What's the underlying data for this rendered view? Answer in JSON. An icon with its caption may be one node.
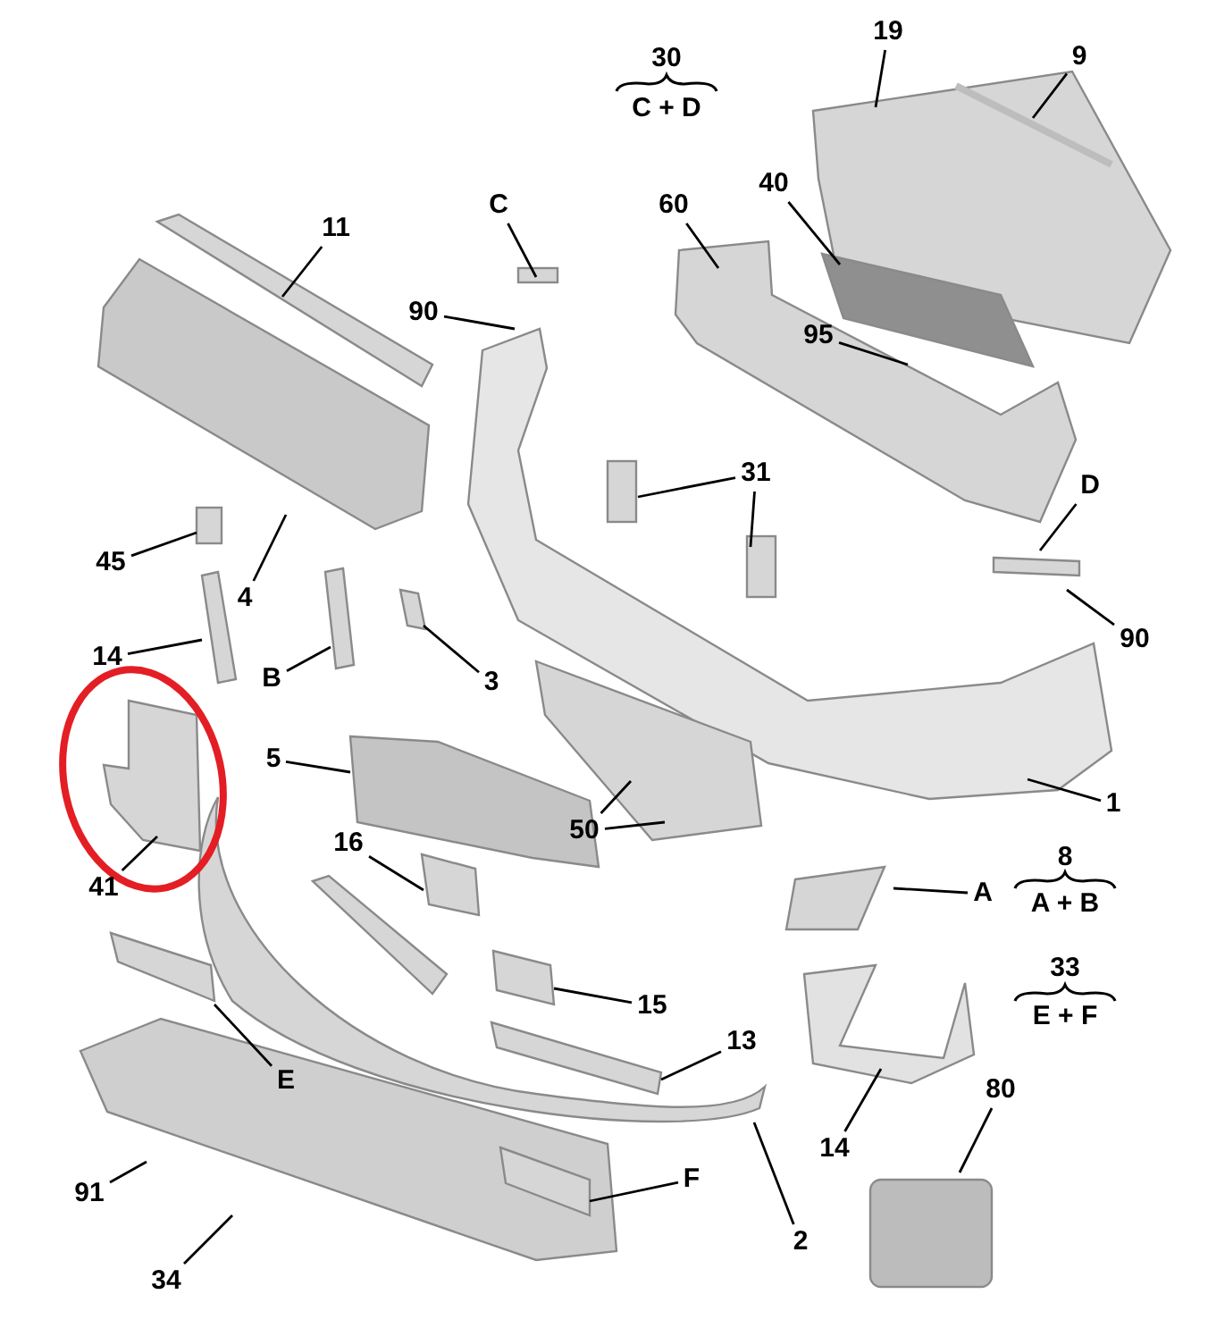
{
  "diagram": {
    "nodes": [
      {
        "text": [
          "19"
        ]
      },
      {
        "text": [
          "9"
        ]
      },
      {
        "text": [
          "11"
        ]
      },
      {
        "text": [
          "C"
        ]
      },
      {
        "text": [
          "60"
        ]
      },
      {
        "text": [
          "40"
        ]
      },
      {
        "text": [
          "90"
        ]
      },
      {
        "text": [
          "95"
        ]
      },
      {
        "text": [
          "45"
        ]
      },
      {
        "text": [
          "31"
        ]
      },
      {
        "text": [
          "4"
        ]
      },
      {
        "text": [
          "D"
        ]
      },
      {
        "text": [
          "14"
        ]
      },
      {
        "text": [
          "90"
        ]
      },
      {
        "text": [
          "B"
        ]
      },
      {
        "text": [
          "3"
        ]
      },
      {
        "text": [
          "5"
        ]
      },
      {
        "text": [
          "1"
        ]
      },
      {
        "text": [
          "16"
        ]
      },
      {
        "text": [
          "50"
        ]
      },
      {
        "text": [
          "41"
        ]
      },
      {
        "text": [
          "A"
        ]
      },
      {
        "text": [
          "15"
        ]
      },
      {
        "text": [
          "E"
        ]
      },
      {
        "text": [
          "13"
        ]
      },
      {
        "text": [
          "14"
        ]
      },
      {
        "text": [
          "80"
        ]
      },
      {
        "text": [
          "91"
        ]
      },
      {
        "text": [
          "F"
        ]
      },
      {
        "text": [
          "2"
        ]
      },
      {
        "text": [
          "34"
        ]
      }
    ],
    "edges": [
      {
        "from": 0,
        "to": null,
        "arrow": "none"
      },
      {
        "from": 1,
        "to": null,
        "arrow": "none"
      },
      {
        "from": 2,
        "to": null,
        "arrow": "none"
      },
      {
        "from": 3,
        "to": null,
        "arrow": "none"
      },
      {
        "from": 4,
        "to": null,
        "arrow": "none"
      },
      {
        "from": 5,
        "to": null,
        "arrow": "none"
      },
      {
        "from": 6,
        "to": null,
        "arrow": "none"
      },
      {
        "from": 7,
        "to": null,
        "arrow": "none"
      },
      {
        "from": 8,
        "to": null,
        "arrow": "none"
      },
      {
        "from": 9,
        "to": null,
        "arrow": "none"
      },
      {
        "from": 9,
        "to": null,
        "arrow": "none"
      },
      {
        "from": 10,
        "to": null,
        "arrow": "none"
      },
      {
        "from": 11,
        "to": null,
        "arrow": "none"
      },
      {
        "from": 12,
        "to": null,
        "arrow": "none"
      },
      {
        "from": 13,
        "to": null,
        "arrow": "none"
      },
      {
        "from": 14,
        "to": null,
        "arrow": "none"
      },
      {
        "from": 15,
        "to": null,
        "arrow": "none"
      },
      {
        "from": 16,
        "to": null,
        "arrow": "none"
      },
      {
        "from": 17,
        "to": null,
        "arrow": "none"
      },
      {
        "from": 18,
        "to": null,
        "arrow": "none"
      },
      {
        "from": 19,
        "to": null,
        "arrow": "none"
      },
      {
        "from": 19,
        "to": null,
        "arrow": "none"
      },
      {
        "from": 20,
        "to": null,
        "arrow": "none"
      },
      {
        "from": 21,
        "to": null,
        "arrow": "none"
      },
      {
        "from": 22,
        "to": null,
        "arrow": "none"
      },
      {
        "from": 23,
        "to": null,
        "arrow": "none"
      },
      {
        "from": 24,
        "to": null,
        "arrow": "none"
      },
      {
        "from": 25,
        "to": null,
        "arrow": "none"
      },
      {
        "from": 26,
        "to": null,
        "arrow": "none"
      },
      {
        "from": 27,
        "to": null,
        "arrow": "none"
      },
      {
        "from": 28,
        "to": null,
        "arrow": "none"
      },
      {
        "from": 29,
        "to": null,
        "arrow": "none"
      },
      {
        "from": 30,
        "to": null,
        "arrow": "none"
      }
    ],
    "labels": [
      "30",
      "C + D",
      "8",
      "A + B",
      "33",
      "E + F"
    ]
  }
}
